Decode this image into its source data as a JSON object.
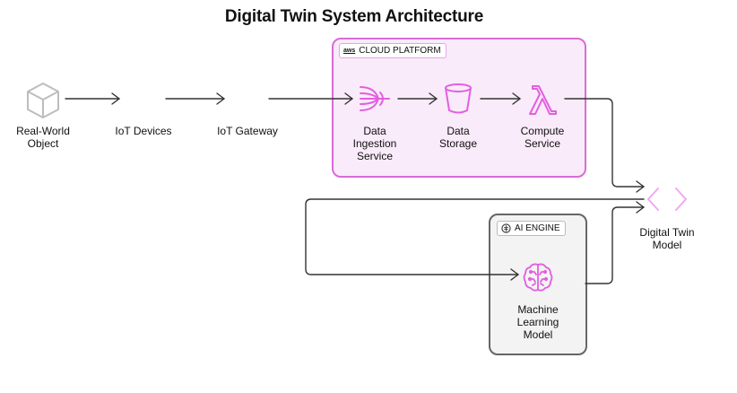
{
  "diagram": {
    "title": "Digital Twin System Architecture",
    "groups": {
      "cloud": {
        "label": "CLOUD PLATFORM",
        "provider_mark": "aws",
        "color": "#d96bd8"
      },
      "ai": {
        "label": "AI ENGINE"
      }
    },
    "nodes": {
      "real_world": {
        "label": "Real-World\nObject",
        "icon": "cube-icon"
      },
      "iot_devices": {
        "label": "IoT Devices"
      },
      "iot_gateway": {
        "label": "IoT Gateway"
      },
      "ingestion": {
        "label": "Data\nIngestion\nService",
        "icon": "ingestion-icon"
      },
      "storage": {
        "label": "Data\nStorage",
        "icon": "bucket-icon"
      },
      "compute": {
        "label": "Compute\nService",
        "icon": "lambda-icon"
      },
      "twin": {
        "label": "Digital Twin\nModel",
        "icon": "code-brackets-icon"
      },
      "ml": {
        "label": "Machine\nLearning\nModel",
        "icon": "brain-icon"
      }
    },
    "edges": [
      {
        "from": "Real-World Object",
        "to": "IoT Devices"
      },
      {
        "from": "IoT Devices",
        "to": "IoT Gateway"
      },
      {
        "from": "IoT Gateway",
        "to": "Data Ingestion Service"
      },
      {
        "from": "Data Ingestion Service",
        "to": "Data Storage"
      },
      {
        "from": "Data Storage",
        "to": "Compute Service"
      },
      {
        "from": "Compute Service",
        "to": "Digital Twin Model"
      },
      {
        "from": "Digital Twin Model",
        "to": "Machine Learning Model"
      },
      {
        "from": "Machine Learning Model",
        "to": "Digital Twin Model"
      }
    ]
  }
}
